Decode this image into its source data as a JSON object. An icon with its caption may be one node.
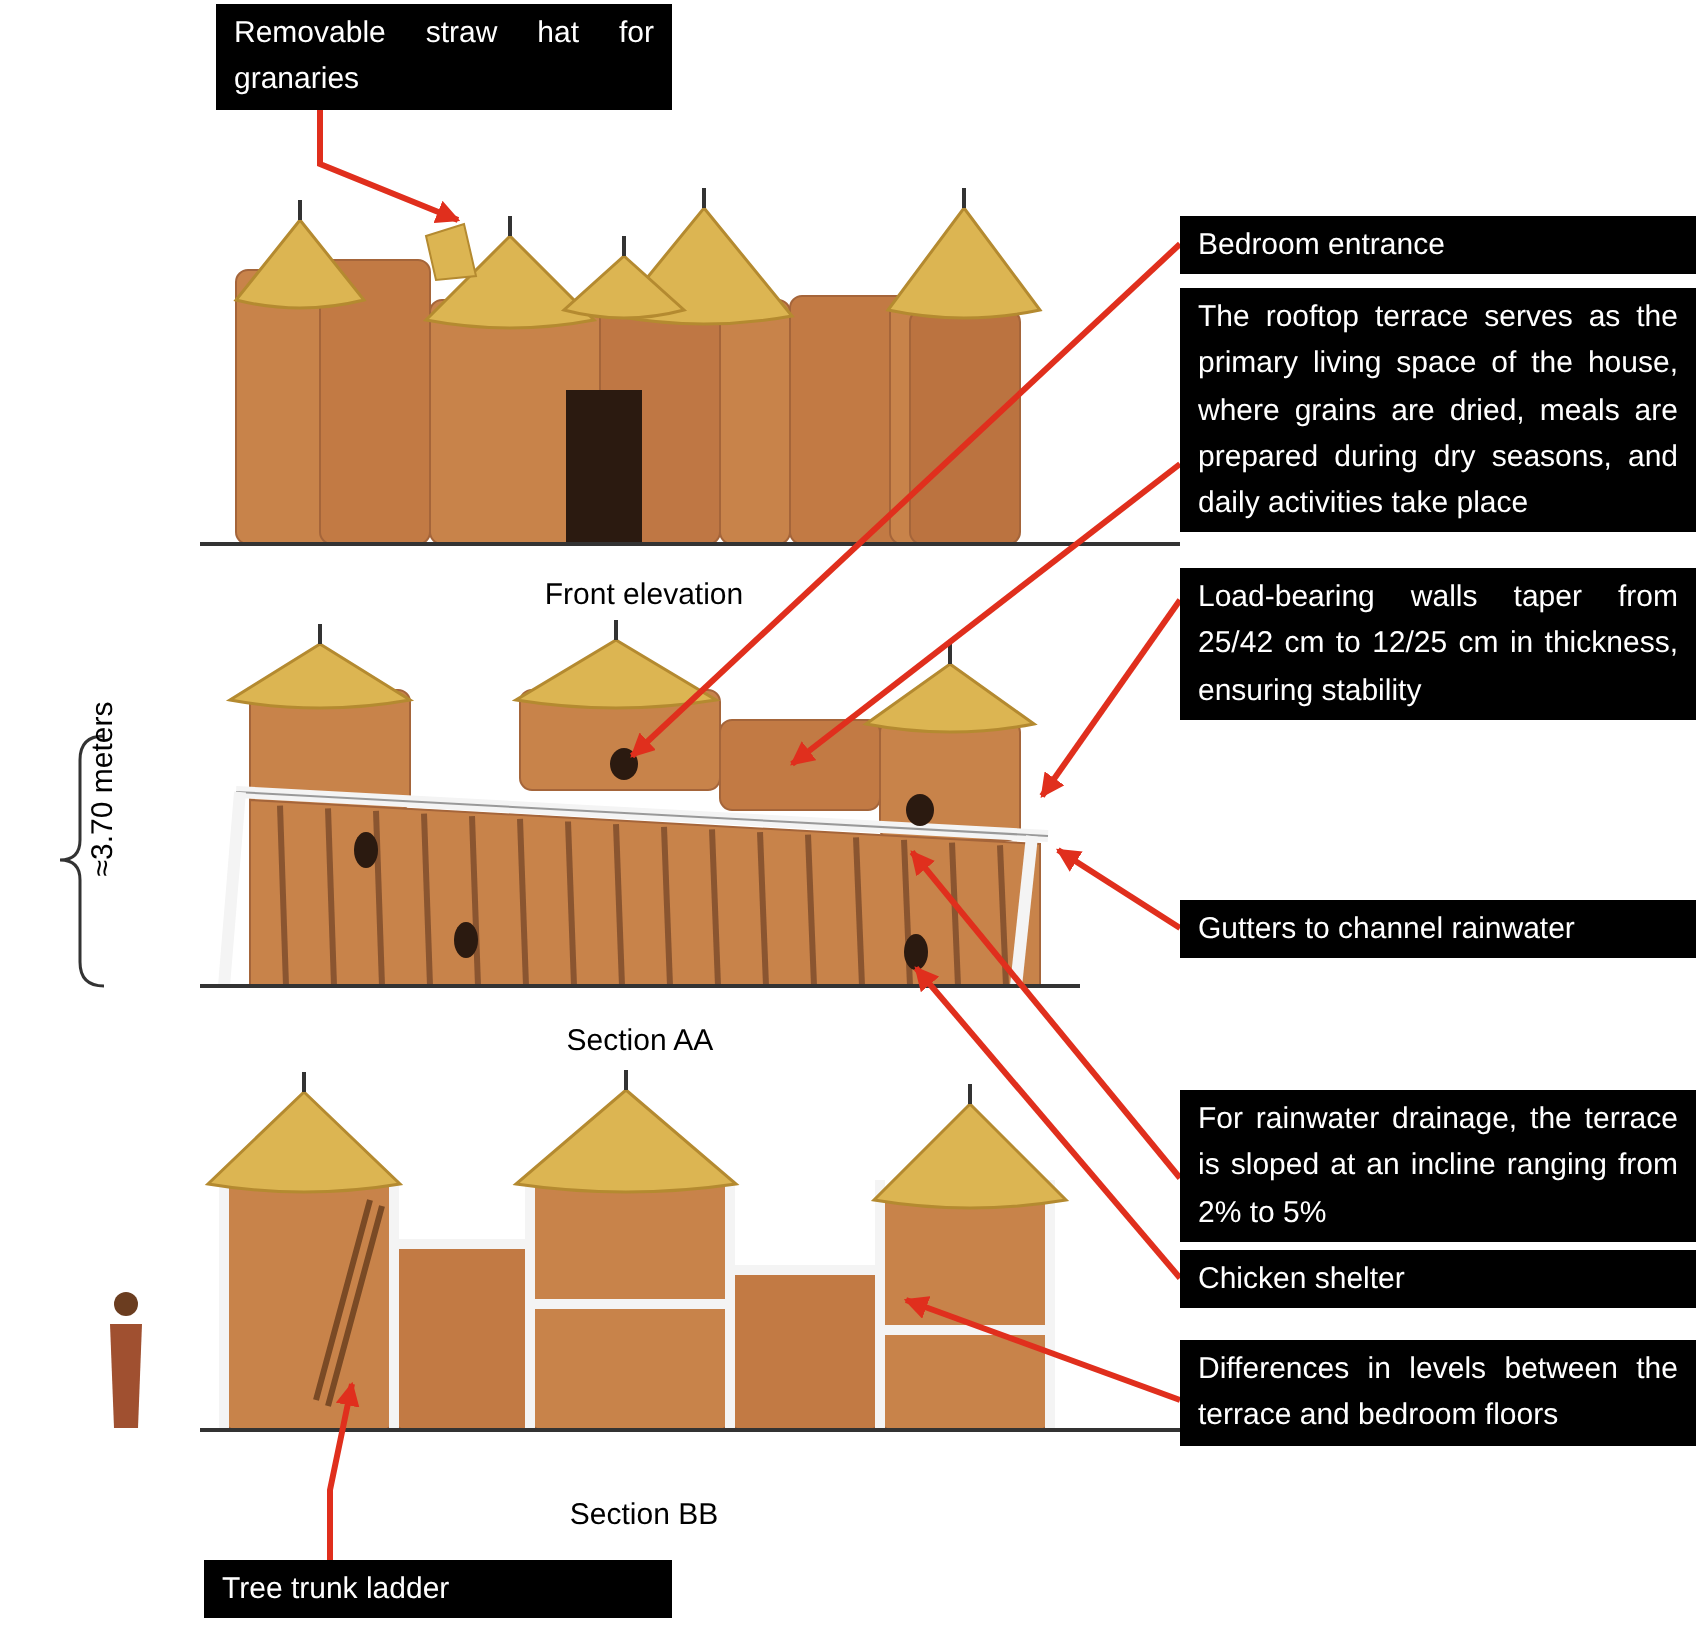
{
  "diagram": {
    "nodes": [
      {
        "text": [
          "Removable straw hat for granaries"
        ]
      },
      {
        "text": [
          "Bedroom entrance"
        ]
      },
      {
        "text": [
          "The rooftop terrace serves as the primary living space of the house, where grains are dried, meals are prepared during dry seasons, and daily activities take place"
        ]
      },
      {
        "text": [
          "Load-bearing walls taper from 25/42 cm to 12/25 cm in thickness, ensuring stability"
        ]
      },
      {
        "text": [
          "Gutters to channel rainwater"
        ]
      },
      {
        "text": [
          "For rainwater drainage, the terrace is sloped at an incline ranging from 2% to 5%"
        ]
      },
      {
        "text": [
          "Chicken shelter"
        ]
      },
      {
        "text": [
          "Differences in levels between the terrace and bedroom floors"
        ]
      },
      {
        "text": [
          "Tree trunk ladder"
        ]
      }
    ],
    "edges": [
      {
        "from": 0,
        "to": null,
        "arrow": "to"
      },
      {
        "from": 1,
        "to": null,
        "arrow": "to"
      },
      {
        "from": 2,
        "to": null,
        "arrow": "to"
      },
      {
        "from": 3,
        "to": null,
        "arrow": "to"
      },
      {
        "from": 4,
        "to": null,
        "arrow": "to"
      },
      {
        "from": 5,
        "to": null,
        "arrow": "to"
      },
      {
        "from": 6,
        "to": null,
        "arrow": "to"
      },
      {
        "from": 7,
        "to": null,
        "arrow": "to"
      },
      {
        "from": 8,
        "to": null,
        "arrow": "to"
      }
    ],
    "labels": [
      "Front elevation",
      "≈3.70 meters",
      "Section AA",
      "Section BB"
    ]
  }
}
